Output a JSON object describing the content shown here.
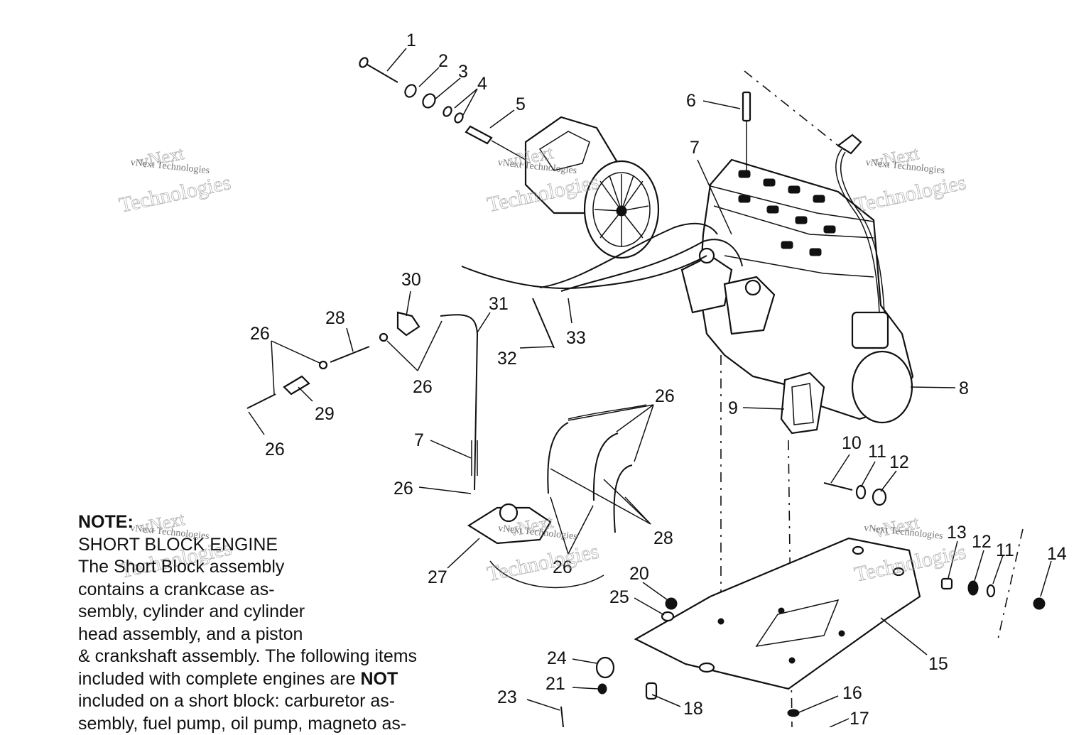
{
  "callouts": [
    {
      "id": "c1",
      "label": "1"
    },
    {
      "id": "c2",
      "label": "2"
    },
    {
      "id": "c3",
      "label": "3"
    },
    {
      "id": "c4",
      "label": "4"
    },
    {
      "id": "c5",
      "label": "5"
    },
    {
      "id": "c6",
      "label": "6"
    },
    {
      "id": "c7a",
      "label": "7"
    },
    {
      "id": "c8",
      "label": "8"
    },
    {
      "id": "c9",
      "label": "9"
    },
    {
      "id": "c10",
      "label": "10"
    },
    {
      "id": "c11a",
      "label": "11"
    },
    {
      "id": "c12a",
      "label": "12"
    },
    {
      "id": "c13",
      "label": "13"
    },
    {
      "id": "c12b",
      "label": "12"
    },
    {
      "id": "c11b",
      "label": "11"
    },
    {
      "id": "c14",
      "label": "14"
    },
    {
      "id": "c15",
      "label": "15"
    },
    {
      "id": "c16",
      "label": "16"
    },
    {
      "id": "c17",
      "label": "17"
    },
    {
      "id": "c18",
      "label": "18"
    },
    {
      "id": "c20",
      "label": "20"
    },
    {
      "id": "c21",
      "label": "21"
    },
    {
      "id": "c23",
      "label": "23"
    },
    {
      "id": "c24",
      "label": "24"
    },
    {
      "id": "c25",
      "label": "25"
    },
    {
      "id": "c26a",
      "label": "26"
    },
    {
      "id": "c26b",
      "label": "26"
    },
    {
      "id": "c26c",
      "label": "26"
    },
    {
      "id": "c26d",
      "label": "26"
    },
    {
      "id": "c26e",
      "label": "26"
    },
    {
      "id": "c26f",
      "label": "26"
    },
    {
      "id": "c27",
      "label": "27"
    },
    {
      "id": "c28a",
      "label": "28"
    },
    {
      "id": "c28b",
      "label": "28"
    },
    {
      "id": "c29",
      "label": "29"
    },
    {
      "id": "c30",
      "label": "30"
    },
    {
      "id": "c31",
      "label": "31"
    },
    {
      "id": "c32",
      "label": "32"
    },
    {
      "id": "c33",
      "label": "33"
    },
    {
      "id": "c7b",
      "label": "7"
    }
  ],
  "note": {
    "heading": "NOTE:",
    "subheading": "SHORT BLOCK ENGINE",
    "line1": "The Short Block assembly",
    "line2": "contains a crankcase as-",
    "line3": "sembly, cylinder and cylinder",
    "line4": "head assembly, and a piston",
    "line5": "& crankshaft assembly.  The following items",
    "line6a": "included with complete engines are ",
    "line6b": "NOT",
    "line7": "included on a short block:  carburetor as-",
    "line8": "sembly, fuel pump, oil pump, magneto as-"
  },
  "watermark": {
    "small": "vNext Technologies",
    "large1": "vNext",
    "large2": "Technologies"
  }
}
